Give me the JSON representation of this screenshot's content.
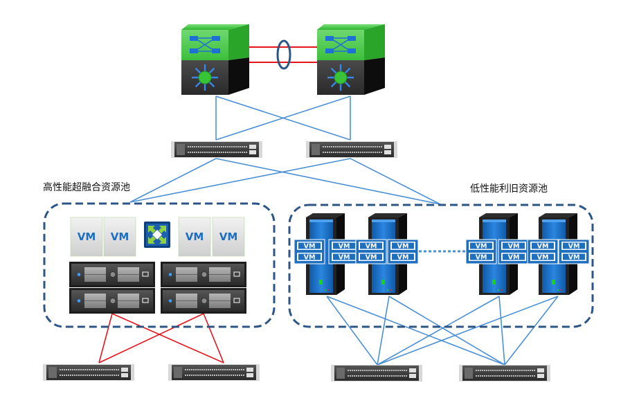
{
  "diagram": {
    "title_left_pool": "高性能超融合资源池",
    "title_right_pool": "低性能利旧资源池",
    "vm_label": "VM",
    "colors": {
      "core_link": "#e8131b",
      "uplink": "#4a8fd6",
      "pool_border": "#2c5486",
      "lag_ring": "#2c5486",
      "core_switch_top": "#3ec63e",
      "core_switch_bottom": "#2f2f2f",
      "tower_blue": "#1d6fc4",
      "vm_box_blue": "#1f6fbf"
    },
    "core_switches": [
      {
        "name": "core-switch-1"
      },
      {
        "name": "core-switch-2"
      }
    ],
    "aggregation_switches": [
      {
        "name": "agg-switch-1"
      },
      {
        "name": "agg-switch-2"
      }
    ],
    "hyperconverged_pool": {
      "vms": [
        "VM",
        "VM",
        "VM",
        "VM"
      ],
      "servers": 4,
      "storage_switches": 2
    },
    "legacy_pool": {
      "towers": 4,
      "vms_per_tower": 4,
      "access_switches": 2
    }
  }
}
